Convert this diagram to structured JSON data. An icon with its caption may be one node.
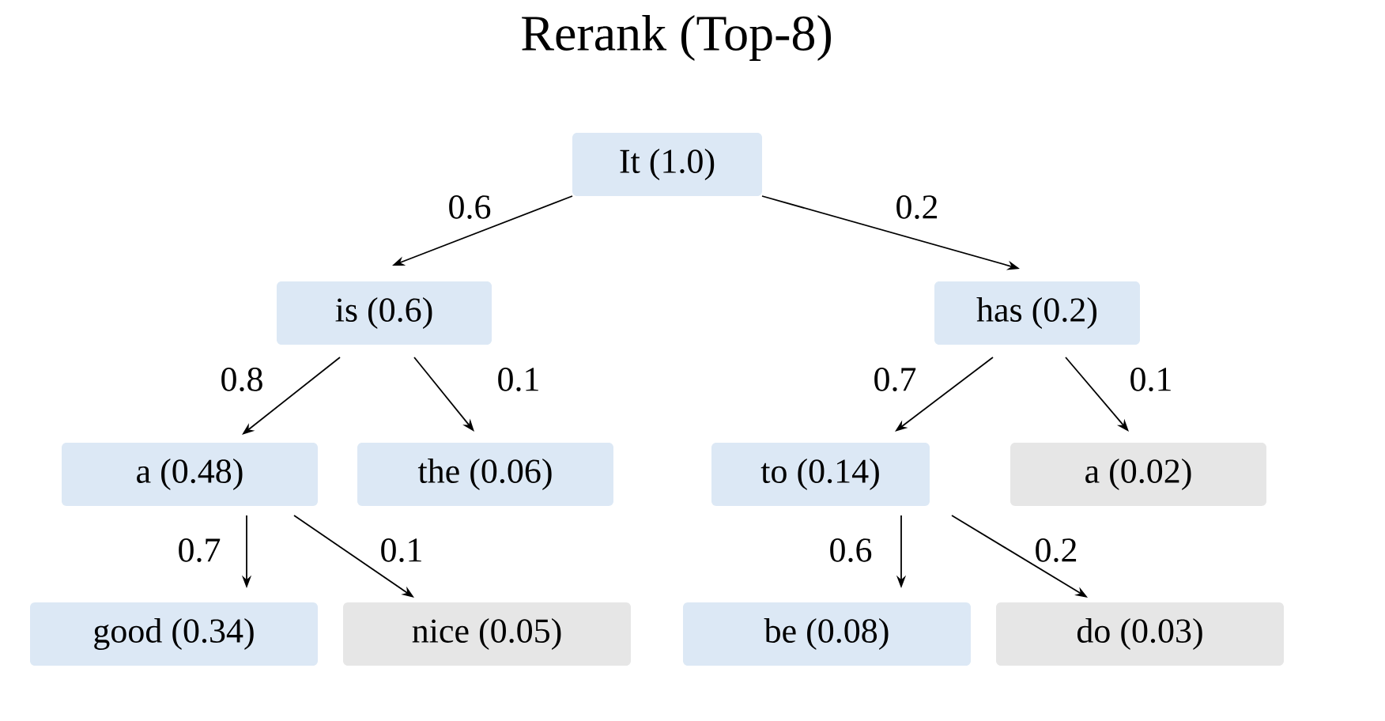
{
  "diagram": {
    "title": "Rerank (Top-8)",
    "nodes": [
      {
        "text": [
          "It (1.0)"
        ]
      },
      {
        "text": [
          "is (0.6)"
        ]
      },
      {
        "text": [
          "has (0.2)"
        ]
      },
      {
        "text": [
          "a (0.48)"
        ]
      },
      {
        "text": [
          "the (0.06)"
        ]
      },
      {
        "text": [
          "to (0.14)"
        ]
      },
      {
        "text": [
          "a (0.02)"
        ]
      },
      {
        "text": [
          "good (0.34)"
        ]
      },
      {
        "text": [
          "nice (0.05)"
        ]
      },
      {
        "text": [
          "be (0.08)"
        ]
      },
      {
        "text": [
          "do (0.03)"
        ]
      }
    ],
    "edges": [
      {
        "from": 0,
        "to": 1,
        "arrow": "to",
        "label": "0.6"
      },
      {
        "from": 0,
        "to": 2,
        "arrow": "to",
        "label": "0.2"
      },
      {
        "from": 1,
        "to": 3,
        "arrow": "to",
        "label": "0.8"
      },
      {
        "from": 1,
        "to": 4,
        "arrow": "to",
        "label": "0.1"
      },
      {
        "from": 2,
        "to": 5,
        "arrow": "to",
        "label": "0.7"
      },
      {
        "from": 2,
        "to": 6,
        "arrow": "to",
        "label": "0.1"
      },
      {
        "from": 3,
        "to": 7,
        "arrow": "to",
        "label": "0.7"
      },
      {
        "from": 3,
        "to": 8,
        "arrow": "to",
        "label": "0.1"
      },
      {
        "from": 5,
        "to": 9,
        "arrow": "to",
        "label": "0.6"
      },
      {
        "from": 5,
        "to": 10,
        "arrow": "to",
        "label": "0.2"
      }
    ]
  }
}
